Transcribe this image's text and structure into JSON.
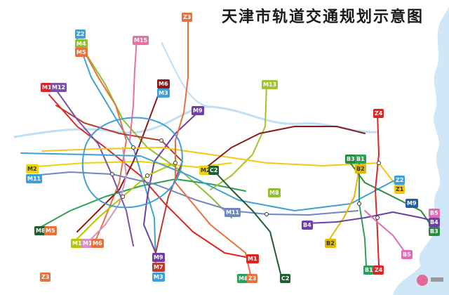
{
  "title": "天津市轨道交通规划示意图",
  "colors": {
    "water": "#cfe7f7",
    "background": "#ffffff",
    "brand_pink": "#e84b7a"
  },
  "lines": [
    {
      "id": "Z1",
      "color": "#f5c518"
    },
    {
      "id": "Z2",
      "color": "#3ea0d8"
    },
    {
      "id": "Z3",
      "color": "#e8703a"
    },
    {
      "id": "Z4",
      "color": "#e02424"
    },
    {
      "id": "M1",
      "color": "#e02424"
    },
    {
      "id": "M2",
      "color": "#f0d400"
    },
    {
      "id": "M3",
      "color": "#3ea0d8"
    },
    {
      "id": "M4",
      "color": "#2b8a3e"
    },
    {
      "id": "M5",
      "color": "#e8703a"
    },
    {
      "id": "M6",
      "color": "#8b1a1a"
    },
    {
      "id": "M7",
      "color": "#c0392b"
    },
    {
      "id": "M8",
      "color": "#2e9e58"
    },
    {
      "id": "M9",
      "color": "#1f5fa8"
    },
    {
      "id": "M10",
      "color": "#b8c400"
    },
    {
      "id": "M11",
      "color": "#6f86c2"
    },
    {
      "id": "M12",
      "color": "#7a52a8"
    },
    {
      "id": "M13",
      "color": "#a3c12f"
    },
    {
      "id": "M14",
      "color": "#d88fc4"
    },
    {
      "id": "M15",
      "color": "#e86fa0"
    },
    {
      "id": "B1",
      "color": "#2e9e58"
    },
    {
      "id": "B2",
      "color": "#e0b800"
    },
    {
      "id": "B3",
      "color": "#2b8a3e"
    },
    {
      "id": "B4",
      "color": "#6f3fa8"
    },
    {
      "id": "B5",
      "color": "#e26bb4"
    },
    {
      "id": "C1",
      "color": "#8b1a1a"
    },
    {
      "id": "C2",
      "color": "#1d5e33"
    }
  ],
  "badges": [
    {
      "label": "Z3",
      "color": "#e8703a"
    },
    {
      "label": "Z2",
      "color": "#3ea0d8"
    },
    {
      "label": "M4",
      "color": "#8fbf2f"
    },
    {
      "label": "M5",
      "color": "#e8703a"
    },
    {
      "label": "M15",
      "color": "#e86fa0"
    },
    {
      "label": "M1",
      "color": "#e02424"
    },
    {
      "label": "M12",
      "color": "#7a52a8"
    },
    {
      "label": "M6",
      "color": "#8b1a1a"
    },
    {
      "label": "M3",
      "color": "#3ea0d8"
    },
    {
      "label": "M13",
      "color": "#a3c12f"
    },
    {
      "label": "M9",
      "color": "#6f3fa8"
    },
    {
      "label": "M2",
      "color": "#f0d400"
    },
    {
      "label": "M11",
      "color": "#3ea0d8"
    },
    {
      "label": "M2",
      "color": "#f0d400"
    },
    {
      "label": "C2",
      "color": "#1d5e33"
    },
    {
      "label": "M8",
      "color": "#8fbf2f"
    },
    {
      "label": "M11",
      "color": "#6f86c2"
    },
    {
      "label": "M8",
      "color": "#1d5e33"
    },
    {
      "label": "M5",
      "color": "#e8703a"
    },
    {
      "label": "M10",
      "color": "#b8c400"
    },
    {
      "label": "M14",
      "color": "#d88fc4"
    },
    {
      "label": "M6",
      "color": "#e8703a"
    },
    {
      "label": "M9",
      "color": "#6f3fa8"
    },
    {
      "label": "M7",
      "color": "#c0392b"
    },
    {
      "label": "M3",
      "color": "#3ea0d8"
    },
    {
      "label": "M1",
      "color": "#e02424"
    },
    {
      "label": "M8",
      "color": "#2e9e58"
    },
    {
      "label": "Z3",
      "color": "#e8703a"
    },
    {
      "label": "C2",
      "color": "#1d5e33"
    },
    {
      "label": "Z4",
      "color": "#e02424"
    },
    {
      "label": "B3",
      "color": "#2b8a3e"
    },
    {
      "label": "B1",
      "color": "#2e9e58"
    },
    {
      "label": "B2",
      "color": "#e0b800"
    },
    {
      "label": "Z2",
      "color": "#3ea0d8"
    },
    {
      "label": "Z1",
      "color": "#f5c518"
    },
    {
      "label": "M9",
      "color": "#1f5fa8"
    },
    {
      "label": "B5",
      "color": "#e26bb4"
    },
    {
      "label": "B4",
      "color": "#6f3fa8"
    },
    {
      "label": "B3",
      "color": "#2b8a3e"
    },
    {
      "label": "B4",
      "color": "#6f3fa8"
    },
    {
      "label": "B2",
      "color": "#e0b800"
    },
    {
      "label": "B5",
      "color": "#e26bb4"
    },
    {
      "label": "B1",
      "color": "#2e9e58"
    },
    {
      "label": "Z4",
      "color": "#e02424"
    },
    {
      "label": "Z3",
      "color": "#e8703a"
    }
  ]
}
